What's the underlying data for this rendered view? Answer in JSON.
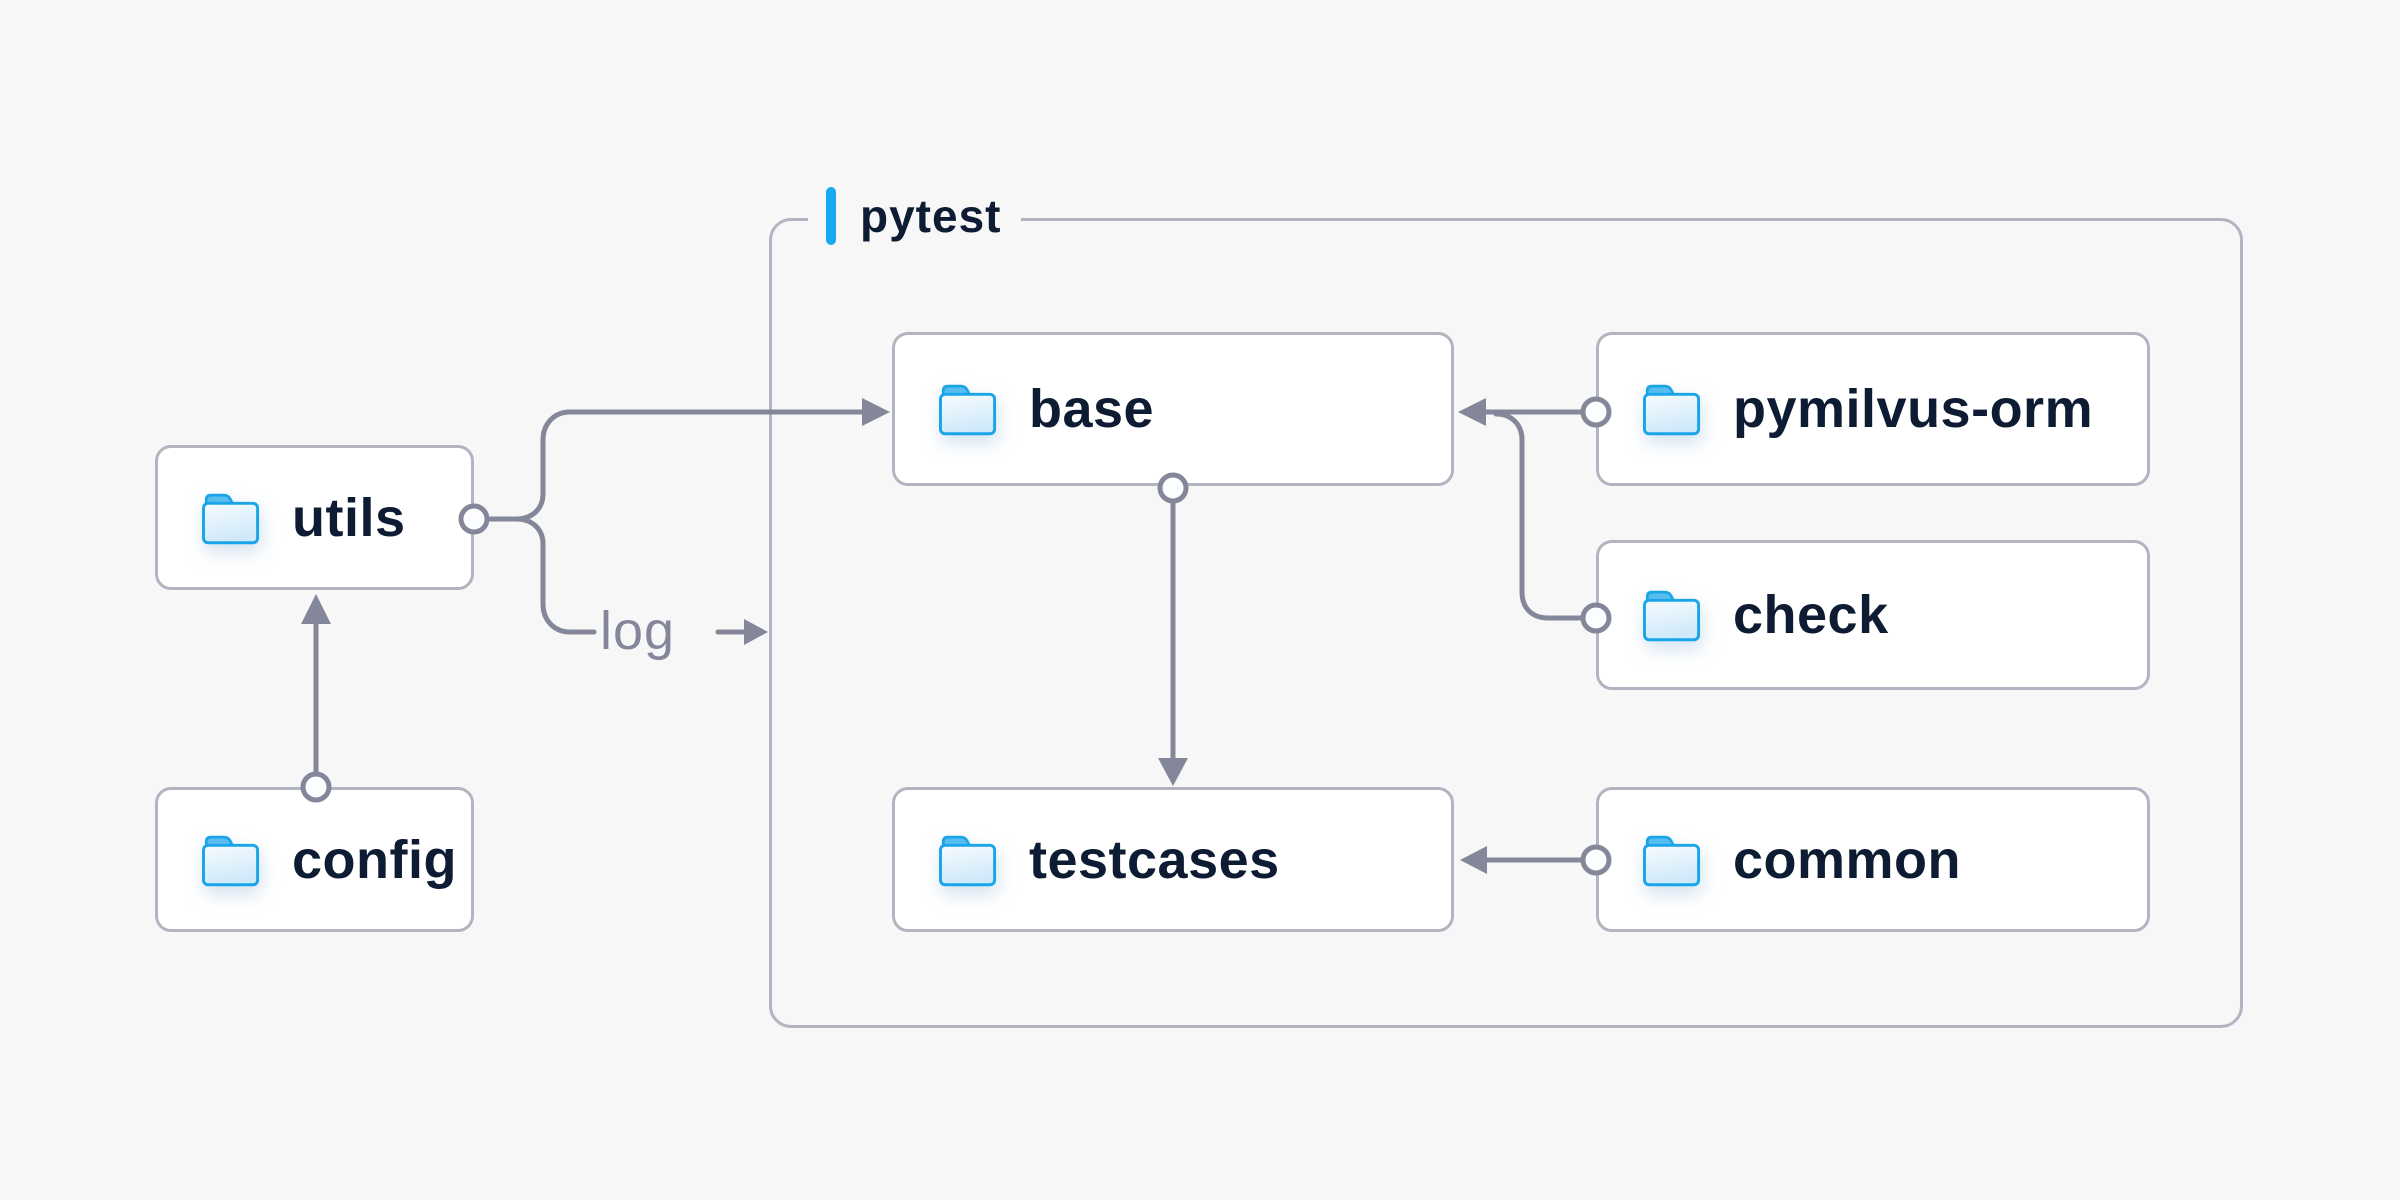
{
  "diagram": {
    "background": "#f7f7f8",
    "group": {
      "label": "pytest",
      "accent_color": "#16aaf2",
      "border_color": "#b2b5c1"
    },
    "nodes": [
      {
        "id": "utils",
        "label": "utils"
      },
      {
        "id": "config",
        "label": "config"
      },
      {
        "id": "base",
        "label": "base"
      },
      {
        "id": "pymilvus-orm",
        "label": "pymilvus-orm"
      },
      {
        "id": "check",
        "label": "check"
      },
      {
        "id": "testcases",
        "label": "testcases"
      },
      {
        "id": "common",
        "label": "common"
      }
    ],
    "edges": [
      {
        "from": "config",
        "to": "utils",
        "label": ""
      },
      {
        "from": "utils",
        "to": "base",
        "label": ""
      },
      {
        "from": "utils",
        "to": "pytest",
        "label": "log"
      },
      {
        "from": "pymilvus-orm",
        "to": "base",
        "label": ""
      },
      {
        "from": "check",
        "to": "base",
        "label": ""
      },
      {
        "from": "base",
        "to": "testcases",
        "label": ""
      },
      {
        "from": "common",
        "to": "testcases",
        "label": ""
      }
    ],
    "colors": {
      "node_text": "#0d1b33",
      "box_border": "#b2b5c1",
      "connector": "#84879a",
      "node_fill": "#ffffff",
      "folder_stroke": "#1aa5e9",
      "folder_tab": "#58bcee",
      "folder_body_top": "#f6fbfe",
      "folder_body_bottom": "#cfe9fa"
    }
  }
}
